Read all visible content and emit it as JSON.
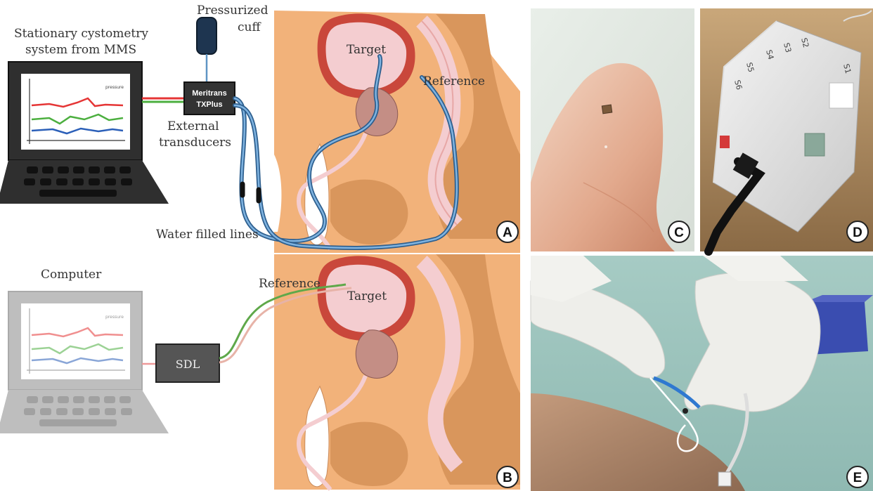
{
  "panel_a": {
    "badge": "A",
    "labels": {
      "cystometry": [
        "Stationary cystometry",
        "system from MMS"
      ],
      "pressurized": [
        "Pressurized",
        "cuff"
      ],
      "transducer_box": [
        "Meritrans",
        "TXPlus"
      ],
      "external": [
        "External",
        "transducers"
      ],
      "target": "Target",
      "reference": "Reference",
      "water_lines": "Water filled lines",
      "screen_legend": "pressure"
    }
  },
  "panel_b": {
    "badge": "B",
    "labels": {
      "computer": "Computer",
      "sdl": "SDL",
      "reference": "Reference",
      "target": "Target",
      "screen_legend": "pressure"
    }
  },
  "panel_c": {
    "badge": "C"
  },
  "panel_d": {
    "badge": "D",
    "box_labels": [
      "S2",
      "S1",
      "S3",
      "S4",
      "S5",
      "S6"
    ]
  },
  "panel_e": {
    "badge": "E"
  },
  "colors": {
    "tissue": "#f2b27a",
    "tissue_dark": "#d9965c",
    "bladder_wall": "#c9473b",
    "bladder_inner": "#f4cdd0",
    "catheter_blue": "#5f95c4",
    "catheter_green": "#5fa84a",
    "trace_red": "#e53535",
    "trace_green": "#4caf3f",
    "trace_blue": "#2b5fb8"
  }
}
